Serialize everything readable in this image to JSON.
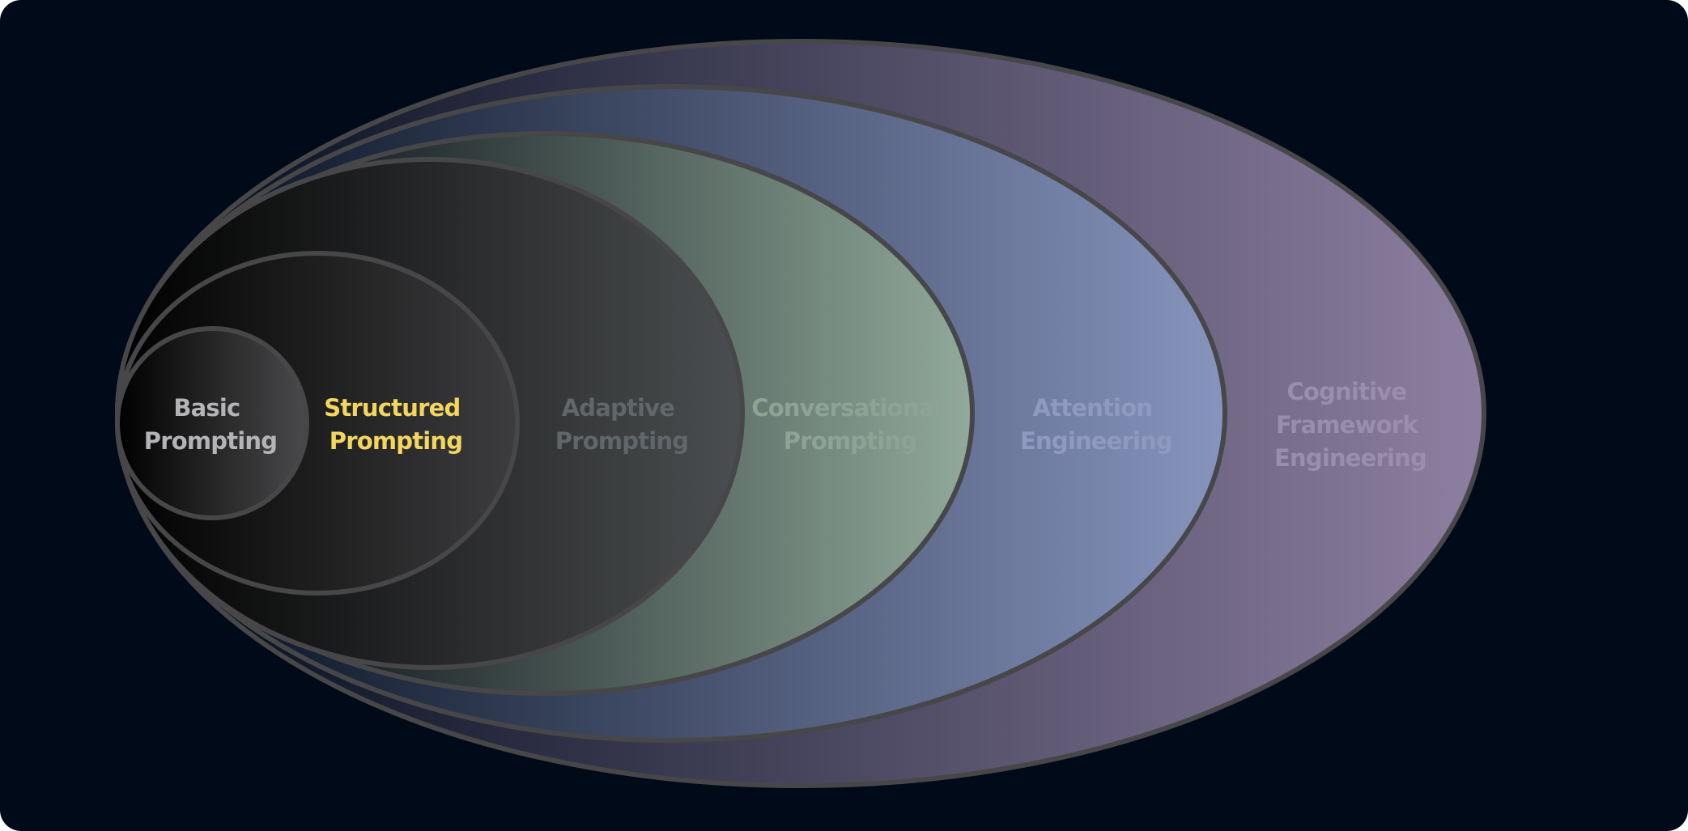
{
  "diagram": {
    "layers": [
      {
        "id": "basic",
        "lines": [
          "Basic",
          "Prompting"
        ],
        "color": "#b4b4b8"
      },
      {
        "id": "structured",
        "lines": [
          "Structured",
          "Prompting"
        ],
        "color": "#f3d660"
      },
      {
        "id": "adaptive",
        "lines": [
          "Adaptive",
          "Prompting"
        ],
        "color": "#60666a"
      },
      {
        "id": "conversational",
        "lines": [
          "Conversational",
          "Prompting"
        ],
        "color": "#8ea394"
      },
      {
        "id": "attention",
        "lines": [
          "Attention",
          "Engineering"
        ],
        "color": "#909ac0"
      },
      {
        "id": "cognitive",
        "lines": [
          "Cognitive",
          "Framework",
          "Engineering"
        ],
        "color": "#9a8eae"
      }
    ]
  },
  "colors": {
    "background": "#000a18",
    "ring_stroke": "#474749",
    "cognitive_fill": "#8d7fa1",
    "attention_fill": "#8794bd",
    "conversational_fill": "#91aa9b",
    "adaptive_fill": "#4b4e50",
    "structured_fill": "#3d3d3f",
    "basic_fill": "#4a4a4c"
  }
}
